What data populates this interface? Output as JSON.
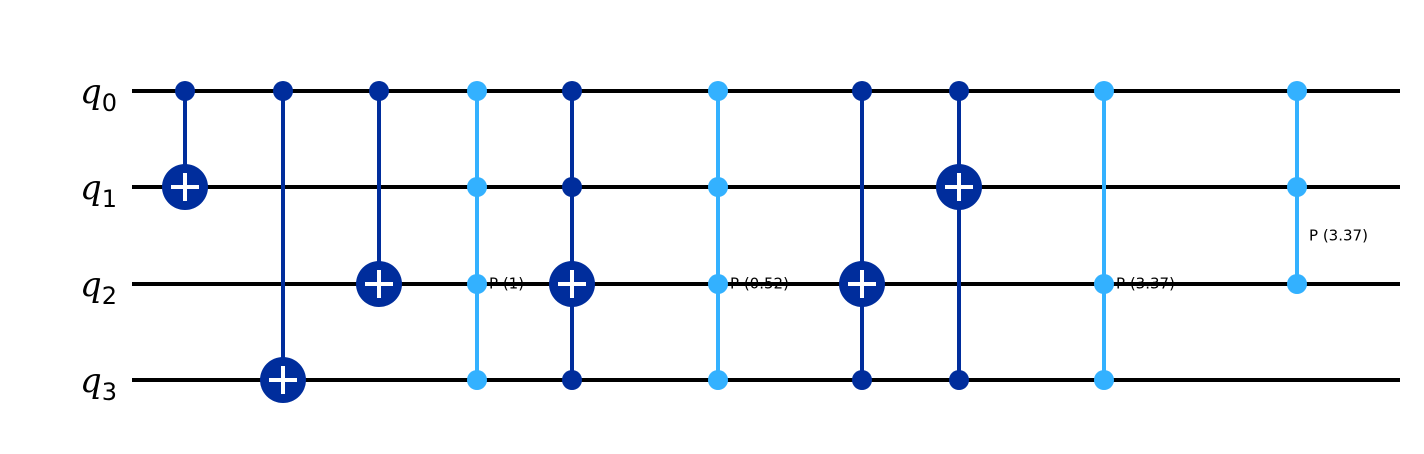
{
  "colors": {
    "background": "#ffffff",
    "wire": "#000000",
    "cx": "#002d9c",
    "cp": "#33b1ff",
    "plus": "#ffffff"
  },
  "qubits": [
    {
      "name": "q",
      "index": "0"
    },
    {
      "name": "q",
      "index": "1"
    },
    {
      "name": "q",
      "index": "2"
    },
    {
      "name": "q",
      "index": "3"
    }
  ],
  "gates": [
    {
      "type": "cx",
      "control": [
        0
      ],
      "target": 1
    },
    {
      "type": "cx",
      "control": [
        0
      ],
      "target": 3
    },
    {
      "type": "cx",
      "control": [
        0
      ],
      "target": 2
    },
    {
      "type": "mcp",
      "qubits": [
        0,
        1,
        2,
        3
      ],
      "label": "P (1)"
    },
    {
      "type": "cx",
      "control": [
        0,
        1,
        3
      ],
      "target": 2
    },
    {
      "type": "mcp",
      "qubits": [
        0,
        1,
        2,
        3
      ],
      "label": "P (0.52)"
    },
    {
      "type": "cx",
      "control": [
        0,
        3
      ],
      "target": 2
    },
    {
      "type": "cx",
      "control": [
        0,
        3
      ],
      "target": 1
    },
    {
      "type": "mcp",
      "qubits": [
        0,
        2,
        3
      ],
      "label": "P (3.37)"
    },
    {
      "type": "mcp",
      "qubits": [
        0,
        1,
        2
      ],
      "label": "P (3.37)"
    }
  ]
}
